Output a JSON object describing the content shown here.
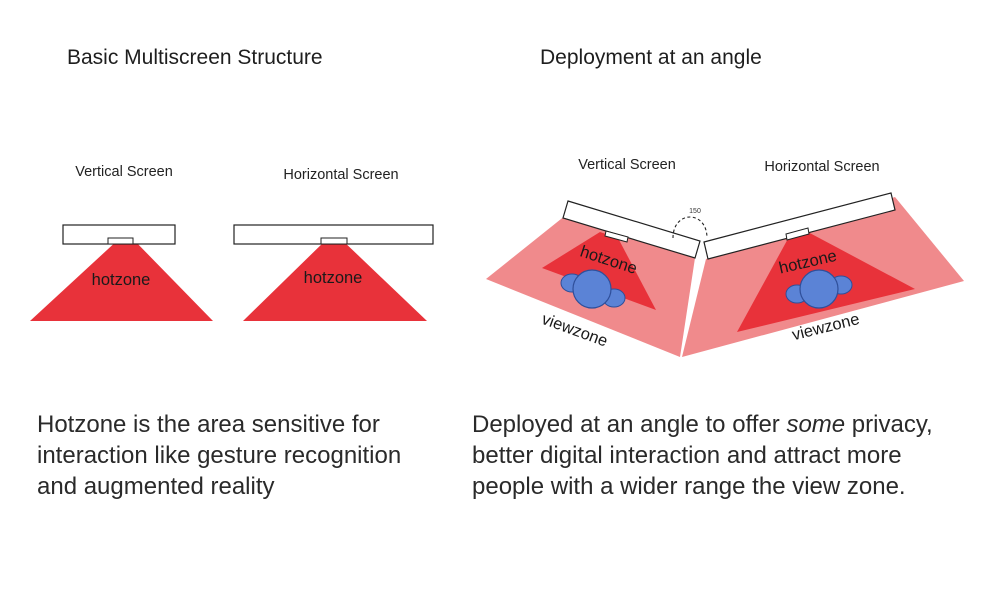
{
  "left_panel": {
    "title": "Basic Multiscreen Structure",
    "vertical_label": "Vertical Screen",
    "horizontal_label": "Horizontal Screen",
    "hotzone_label": "hotzone",
    "caption": "Hotzone is the area sensitive for interaction like gesture recognition and augmented reality"
  },
  "right_panel": {
    "title": "Deployment at an angle",
    "vertical_label": "Vertical Screen",
    "horizontal_label": "Horizontal Screen",
    "hotzone_label": "hotzone",
    "viewzone_label": "viewzone",
    "angle_label": "150",
    "caption_before": "Deployed at an angle to offer ",
    "caption_emphasis": "some",
    "caption_after": " privacy, better digital interaction and attract more people with a wider range the view zone."
  },
  "colors": {
    "hotzone": "#e8323a",
    "viewzone": "#f08a8c",
    "person": "#5b83d6",
    "person_outline": "#2f4f9a"
  },
  "icons": [
    "person-icon"
  ]
}
